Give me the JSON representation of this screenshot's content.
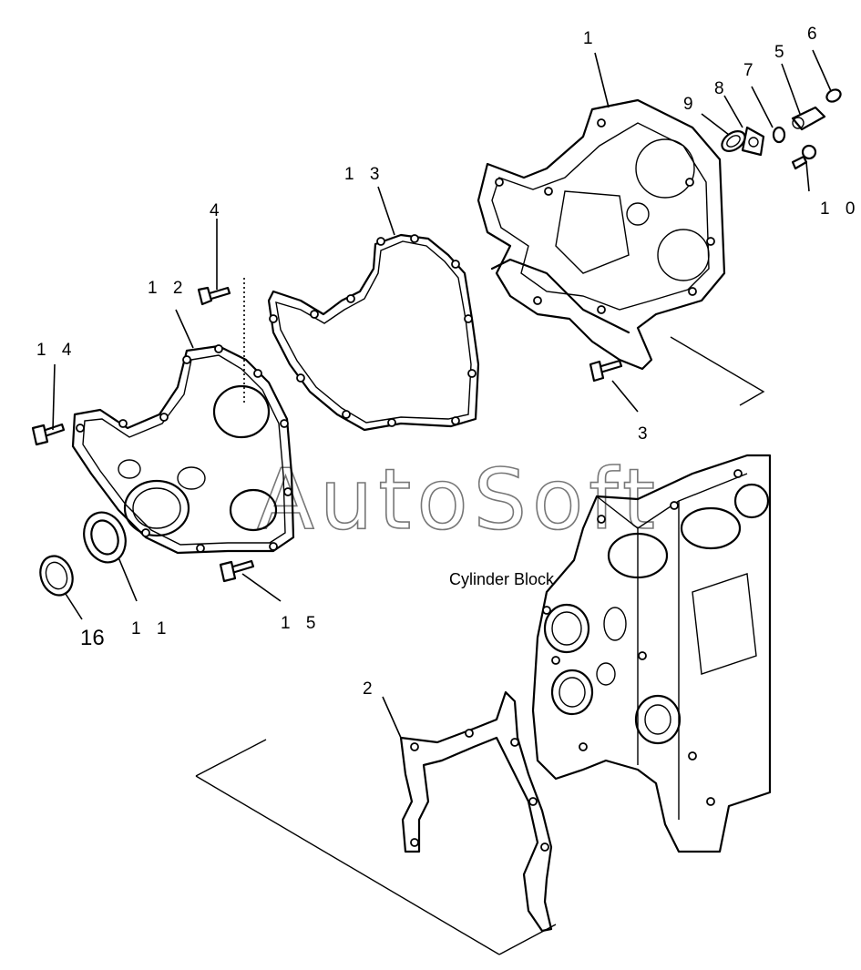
{
  "watermark": "AutoSoft",
  "block_label": "Cylinder Block",
  "callouts": {
    "c1": "1",
    "c2": "2",
    "c3": "3",
    "c4": "4",
    "c5": "5",
    "c6": "6",
    "c7": "7",
    "c8": "8",
    "c9": "9",
    "c10": "1 0",
    "c11": "1 1",
    "c12": "1 2",
    "c13": "1 3",
    "c14": "1 4",
    "c15": "1 5",
    "c16": "16"
  }
}
